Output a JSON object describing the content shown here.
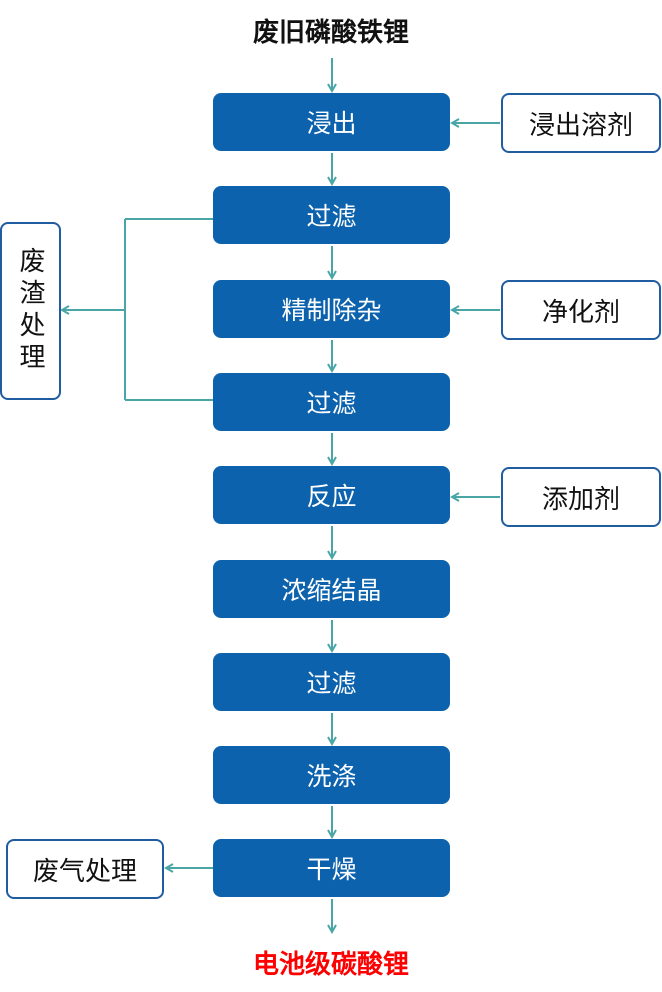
{
  "title": "废旧磷酸铁锂",
  "product": "电池级碳酸锂",
  "steps": [
    "浸出",
    "过滤",
    "精制除杂",
    "过滤",
    "反应",
    "浓缩结晶",
    "过滤",
    "洗涤",
    "干燥"
  ],
  "inputs": {
    "leach_solvent": "浸出溶剂",
    "purifier": "净化剂",
    "additive": "添加剂"
  },
  "outputs": {
    "residue": "废渣处理",
    "gas": "废气处理"
  },
  "colors": {
    "step_fill": "#0c62ad",
    "side_border": "#1f5da0",
    "arrow": "#4aa6a6",
    "product_text": "#ff0000",
    "title_text": "#111111"
  }
}
